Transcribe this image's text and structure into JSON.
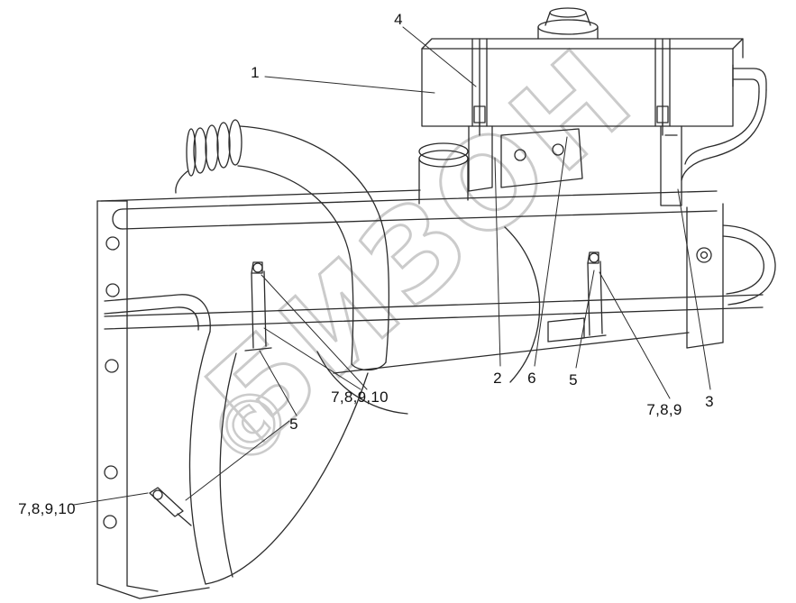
{
  "watermark": {
    "symbol": "©",
    "text": "БИЗОН",
    "color": "#b6b6b6"
  },
  "callouts": {
    "c1": {
      "label": "1"
    },
    "c2": {
      "label": "2"
    },
    "c3": {
      "label": "3"
    },
    "c4": {
      "label": "4"
    },
    "c5_right": {
      "label": "5"
    },
    "c5_left": {
      "label": "5"
    },
    "c6": {
      "label": "6"
    },
    "c789": {
      "label": "7,8,9"
    },
    "c78910_mid": {
      "label": "7,8,9,10"
    },
    "c78910_left": {
      "label": "7,8,9,10"
    }
  },
  "colors": {
    "background": "#ffffff",
    "line": "#2b2b2b"
  }
}
